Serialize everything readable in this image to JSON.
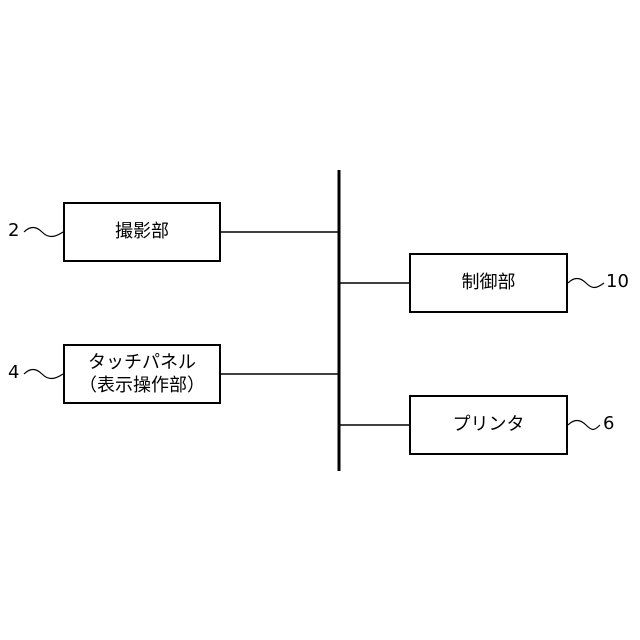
{
  "blocks": {
    "imaging": {
      "label": "撮影部",
      "ref": "2"
    },
    "touch_panel": {
      "label_line1": "タッチパネル",
      "label_line2": "（表示操作部）",
      "ref": "4"
    },
    "control": {
      "label": "制御部",
      "ref": "10"
    },
    "printer": {
      "label": "プリンタ",
      "ref": "6"
    }
  }
}
